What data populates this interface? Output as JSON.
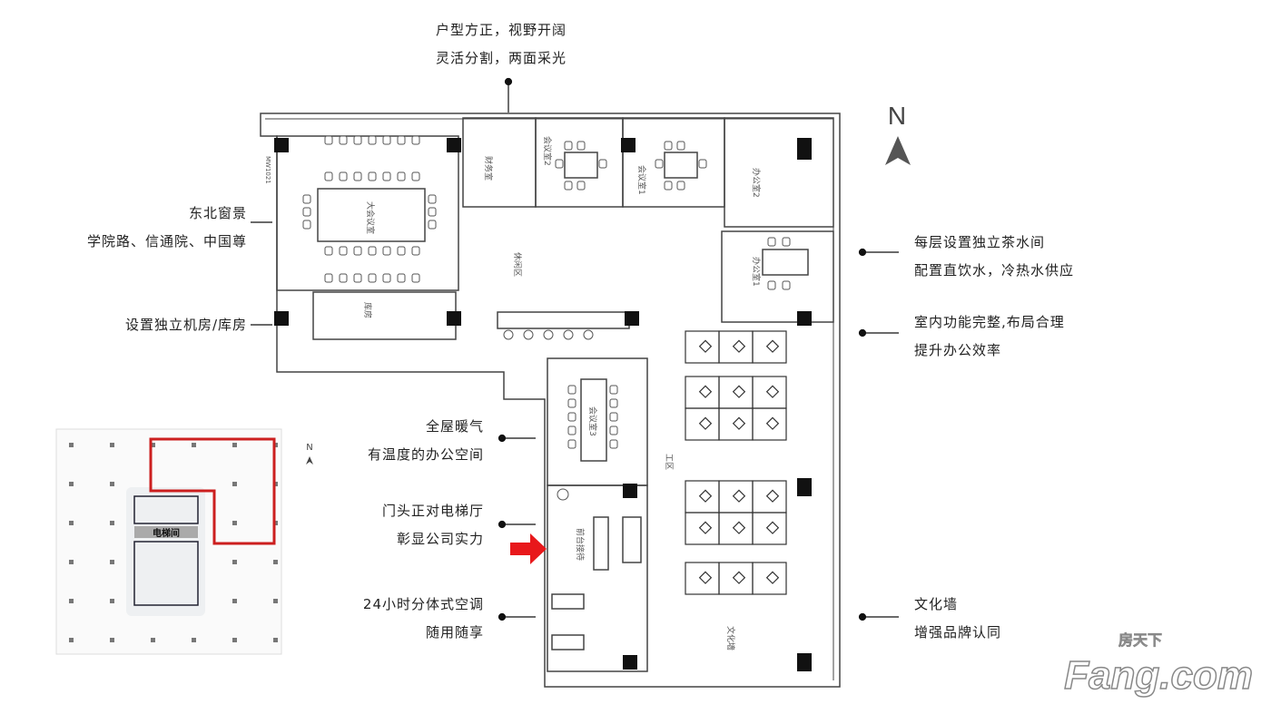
{
  "callouts": {
    "top": [
      "户型方正，视野开阔",
      "灵活分割，两面采光"
    ],
    "northeast_view": [
      "东北窗景",
      "学院路、信通院、中国尊"
    ],
    "server_room": [
      "设置独立机房/库房"
    ],
    "heating": [
      "全屋暖气",
      "有温度的办公空间"
    ],
    "entrance": [
      "门头正对电梯厅",
      "彰显公司实力"
    ],
    "ac": [
      "24小时分体式空调",
      "随用随享"
    ],
    "tea_room": [
      "每层设置独立茶水间",
      "配置直饮水，冷热水供应"
    ],
    "function": [
      "室内功能完整,布局合理",
      "提升办公效率"
    ],
    "culture_wall": [
      "文化墙",
      "增强品牌认同"
    ]
  },
  "compass": {
    "label": "N"
  },
  "rooms": {
    "large_meeting": "大会议室",
    "finance": "财务室",
    "meeting2": "会议室2",
    "meeting1": "会议室1",
    "office2": "办公室2",
    "office1": "办公室1",
    "lounge": "休闲区",
    "storage": "库房",
    "meeting3": "会议室3",
    "work_area": "工区",
    "reception": "前台接待",
    "culture_wall": "文化墙",
    "door_code": "MW1021"
  },
  "keyplan": {
    "label": "电梯间",
    "compass": "N",
    "highlight_color": "#cc1f1f"
  },
  "watermark": {
    "text": "Fang.com",
    "cn": "房天下"
  },
  "colors": {
    "arrow": "#e8181b",
    "wall": "#333333"
  }
}
